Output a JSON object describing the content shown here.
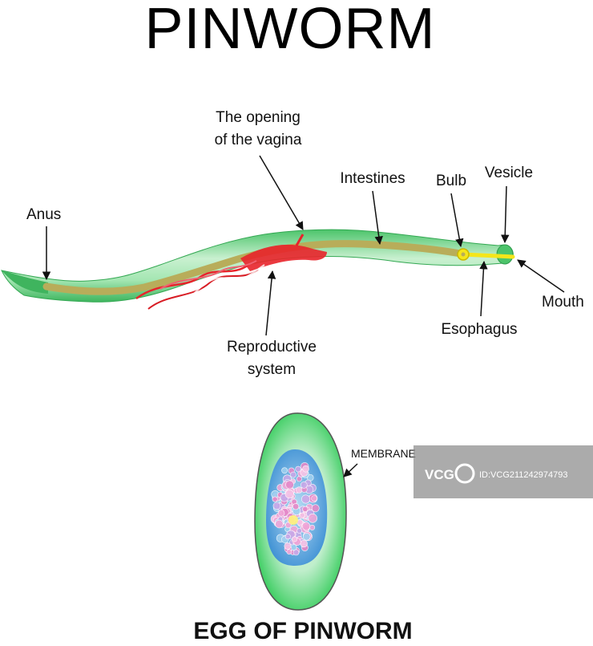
{
  "title": "PINWORM",
  "subtitle": "EGG OF PINWORM",
  "labels": {
    "anus": "Anus",
    "vagina_line1": "The opening",
    "vagina_line2": "of the vagina",
    "intestines": "Intestines",
    "bulb": "Bulb",
    "vesicle": "Vesicle",
    "mouth": "Mouth",
    "esophagus": "Esophagus",
    "repro_line1": "Reproductive",
    "repro_line2": "system",
    "membrane": "MEMBRANE"
  },
  "watermark": {
    "logo": "VCG",
    "id": "ID:VCG211242974793"
  },
  "colors": {
    "body_green": "#5fcf7a",
    "gut_tan": "#b8ad5a",
    "repro_red": "#e8232a",
    "esophagus_yellow": "#f5e61a",
    "egg_outer": "#45d46a",
    "egg_inner_blue": "#5aa8e0",
    "embryo_pink": "#f0a6d8"
  }
}
